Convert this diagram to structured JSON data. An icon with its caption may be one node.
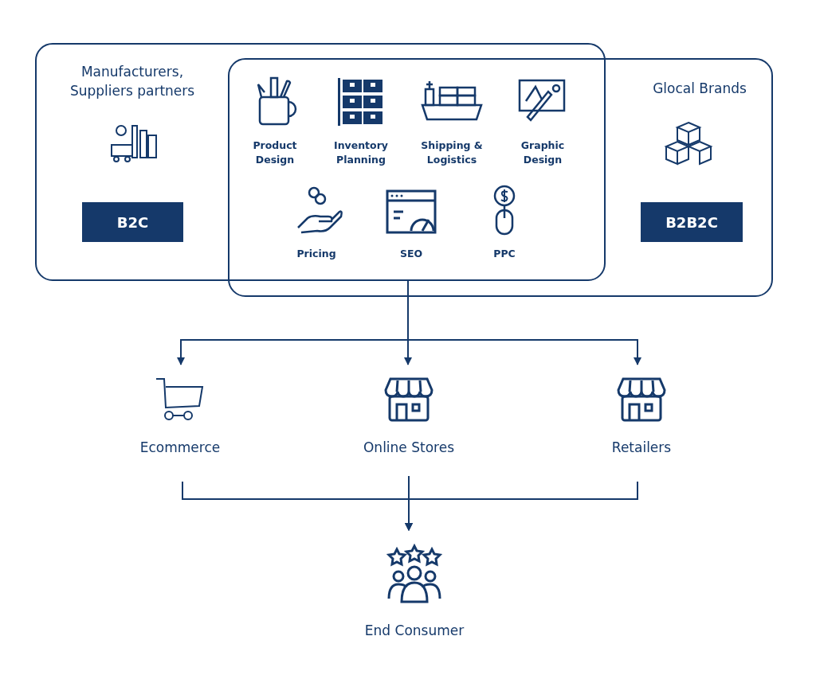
{
  "diagram": {
    "nodes": [
      {
        "text": [
          "Manufacturers, Suppliers partners"
        ]
      },
      {
        "text": [
          "B2C"
        ],
        "in": 0
      },
      {
        "text": [
          "Glocal Brands"
        ]
      },
      {
        "text": [
          "B2B2C"
        ],
        "in": 2
      },
      {
        "text": [
          "Ecommerce"
        ]
      },
      {
        "text": [
          "Online Stores"
        ]
      },
      {
        "text": [
          "Retailers"
        ]
      },
      {
        "text": [
          "End Consumer"
        ]
      }
    ],
    "edges": [
      {
        "from": 0,
        "to": 4,
        "arrow": "to"
      },
      {
        "from": 0,
        "to": 5,
        "arrow": "to"
      },
      {
        "from": 0,
        "to": 6,
        "arrow": "to"
      },
      {
        "from": 4,
        "to": 7,
        "arrow": "to"
      },
      {
        "from": 5,
        "to": 7,
        "arrow": "to"
      },
      {
        "from": 6,
        "to": 7,
        "arrow": "to"
      }
    ],
    "labels": [
      "Product Design",
      "Inventory Planning",
      "Shipping & Logistics",
      "Graphic Design",
      "Pricing",
      "SEO",
      "PPC"
    ]
  }
}
